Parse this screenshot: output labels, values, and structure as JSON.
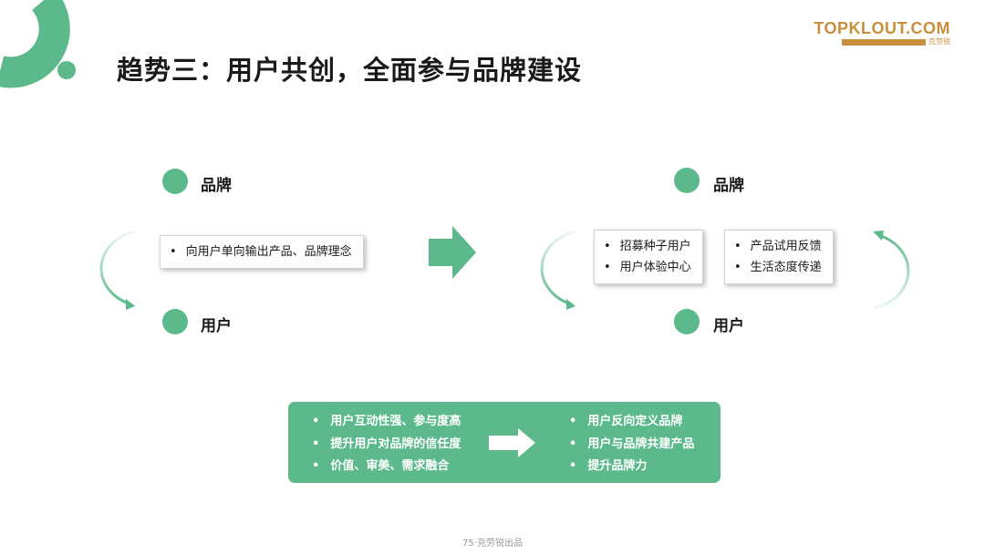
{
  "header": {
    "title": "趋势三：用户共创，全面参与品牌建设",
    "logo_text": "TOPKLOUT.COM",
    "logo_tagline": "克劳锐"
  },
  "left_flow": {
    "top_label": "品牌",
    "bottom_label": "用户",
    "card_items": [
      "向用户单向输出产品、品牌理念"
    ]
  },
  "right_flow": {
    "top_label": "品牌",
    "bottom_label": "用户",
    "card_left_items": [
      "招募种子用户",
      "用户体验中心"
    ],
    "card_right_items": [
      "产品试用反馈",
      "生活态度传递"
    ]
  },
  "summary": {
    "left_items": [
      "用户互动性强、参与度高",
      "提升用户对品牌的信任度",
      "价值、审美、需求融合"
    ],
    "right_items": [
      "用户反向定义品牌",
      "用户与品牌共建产品",
      "提升品牌力"
    ]
  },
  "footer": {
    "page_label": "75·克劳锐出品"
  },
  "colors": {
    "accent_green": "#5bb98b",
    "logo_gold": "#c8903e"
  }
}
